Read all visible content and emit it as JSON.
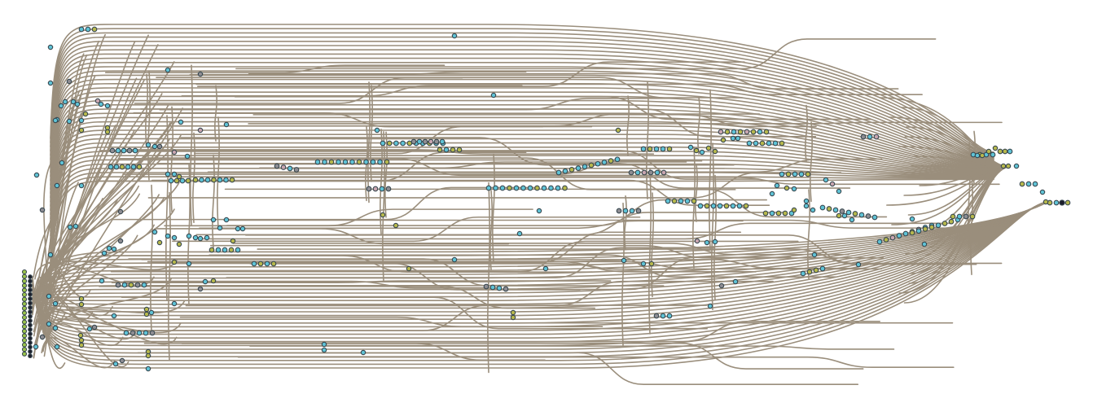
{
  "colors": {
    "background": "#ffffff",
    "edge": "#9a8e7c",
    "node_stroke": "#37474f",
    "node_cyan": "#5fc3d6",
    "node_olive": "#b7b84c",
    "node_gray": "#8e8d93",
    "node_green": "#9cc64b",
    "node_dark": "#1b1d2a",
    "node_pink": "#c9a6b0"
  },
  "diagram": {
    "type": "dependency-graph",
    "layout": "left-to-right",
    "labels_visible": false,
    "source_column": "left",
    "sink_position": "right"
  }
}
